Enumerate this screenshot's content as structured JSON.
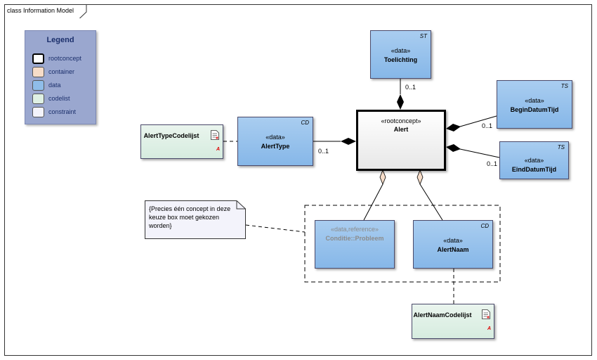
{
  "frame": {
    "title": "class Information Model"
  },
  "legend": {
    "title": "Legend",
    "items": [
      {
        "label": "rootconcept",
        "color": "#ffffff",
        "border": "#000000"
      },
      {
        "label": "container",
        "color": "#f6dcc8",
        "border": "#777777"
      },
      {
        "label": "data",
        "color": "#8fbde9",
        "border": "#777777"
      },
      {
        "label": "codelist",
        "color": "#dff0e4",
        "border": "#777777"
      },
      {
        "label": "constraint",
        "color": "#f3f3fb",
        "border": "#777777"
      }
    ]
  },
  "boxes": {
    "toelichting": {
      "stereotype": "«data»",
      "name": "Toelichting",
      "tag": "ST"
    },
    "alert": {
      "stereotype": "«rootconcept»",
      "name": "Alert"
    },
    "begin": {
      "stereotype": "«data»",
      "name": "BeginDatumTijd",
      "tag": "TS"
    },
    "eind": {
      "stereotype": "«data»",
      "name": "EindDatumTijd",
      "tag": "TS"
    },
    "alerttype": {
      "stereotype": "«data»",
      "name": "AlertType",
      "tag": "CD"
    },
    "alerttypecode": {
      "name": "AlertTypeCodelijst",
      "icon_letter": "A"
    },
    "conditie": {
      "stereotype": "«data,reference»",
      "name": "Conditie::Probleem"
    },
    "alertnaam": {
      "stereotype": "«data»",
      "name": "AlertNaam",
      "tag": "CD"
    },
    "alertnaamcode": {
      "name": "AlertNaamCodelijst",
      "icon_letter": "A"
    }
  },
  "multiplicities": {
    "toelichting": "0..1",
    "begin": "0..1",
    "eind": "0..1",
    "alerttype": "0..1"
  },
  "note": {
    "text": "{Precies één concept in deze keuze box moet gekozen worden}"
  }
}
